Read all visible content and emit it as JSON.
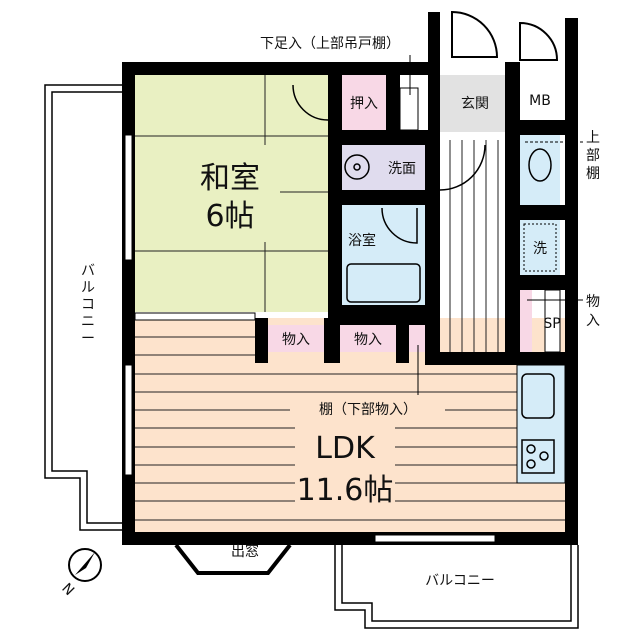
{
  "rooms": {
    "washitsu": {
      "name": "和室",
      "size": "6帖",
      "color": "#e9f0c2"
    },
    "ldk": {
      "name": "LDK",
      "size": "11.6帖",
      "color": "#fde3cc"
    },
    "oshiire": "押入",
    "genkan": "玄関",
    "mb": "MB",
    "senmen": "洗面",
    "yokushitsu": "浴室",
    "sentaku": "洗",
    "closet1": "物入",
    "closet2": "物入",
    "sp": "SP"
  },
  "annotations": {
    "getabako": "下足入（上部吊戸棚）",
    "upper_shelf": [
      "上",
      "部",
      "棚"
    ],
    "storage_right": [
      "物",
      "入"
    ],
    "shelf_ldk": "棚（下部物入）",
    "bay_window": "出窓",
    "balcony_left": [
      "バ",
      "ル",
      "コ",
      "ニ",
      "ー"
    ],
    "balcony_bottom": "バルコニー",
    "compass": "N"
  },
  "colors": {
    "pink": "#f8d8e6",
    "gray": "#e2e2e2",
    "blue": "#d5ecf8",
    "lavender": "#e0dcee"
  }
}
